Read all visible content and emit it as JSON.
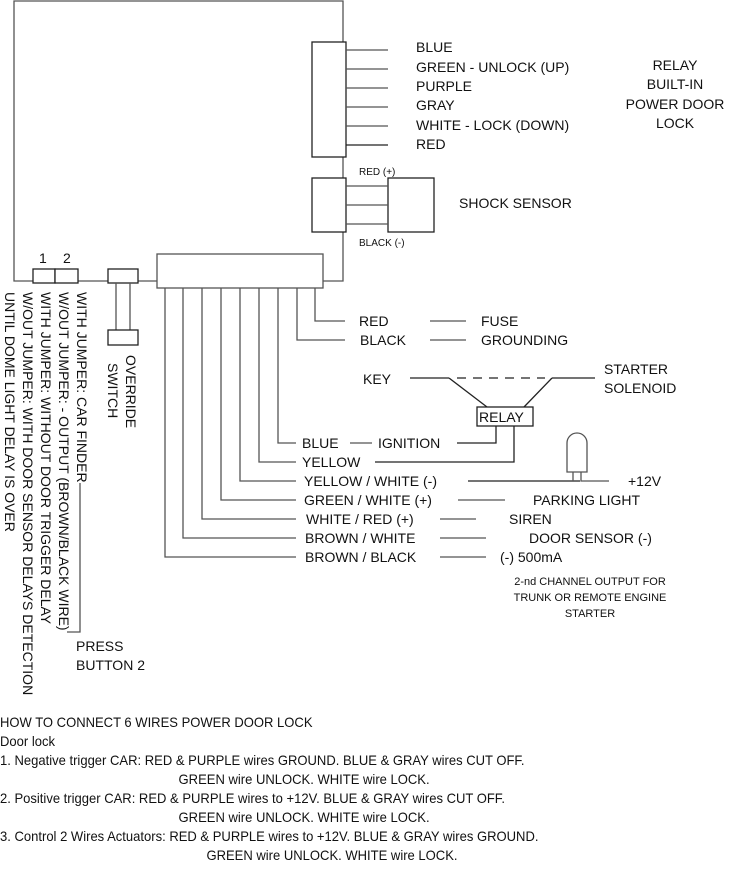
{
  "power_door_lock": {
    "wires": [
      "BLUE",
      "GREEN - UNLOCK (UP)",
      "PURPLE",
      "GRAY",
      "WHITE - LOCK (DOWN)",
      "RED"
    ],
    "label_lines": [
      "RELAY",
      "BUILT-IN",
      "POWER DOOR",
      "LOCK"
    ]
  },
  "shock_sensor": {
    "label": "SHOCK SENSOR",
    "red_label": "RED (+)",
    "black_label": "BLACK (-)"
  },
  "jumpers": {
    "numbers": [
      "1",
      "2"
    ],
    "notes": [
      "WITH JUMPER: CAR FINDER",
      "W/OUT JUMPER: - OUTPUT (BROWN/BLACK WIRE)",
      "WITH JUMPER: WITHOUT DOOR TRIGGER DELAY",
      "W/OUT JUMPER: WITH DOOR SENSOR DELAYS DETECTION",
      "UNTIL DOME LIGHT DELAY IS OVER"
    ],
    "press_button": [
      "PRESS",
      "BUTTON 2"
    ]
  },
  "override_switch": {
    "label_lines": [
      "OVERRIDE",
      "SWITCH"
    ]
  },
  "power": {
    "red": "RED",
    "fuse": "FUSE",
    "black": "BLACK",
    "grounding": "GROUNDING"
  },
  "starter": {
    "key": "KEY",
    "solenoid": [
      "STARTER",
      "SOLENOID"
    ],
    "relay": "RELAY"
  },
  "main_wires": [
    {
      "wire": "BLUE",
      "connects": "IGNITION"
    },
    {
      "wire": "YELLOW",
      "connects": ""
    },
    {
      "wire": "YELLOW / WHITE (-)",
      "connects": "+12V"
    },
    {
      "wire": "GREEN / WHITE (+)",
      "connects": "PARKING LIGHT"
    },
    {
      "wire": "WHITE / RED (+)",
      "connects": "SIREN"
    },
    {
      "wire": "BROWN / WHITE",
      "connects": "DOOR SENSOR (-)"
    },
    {
      "wire": "BROWN / BLACK",
      "connects": "(-) 500mA"
    }
  ],
  "second_channel": [
    "2-nd CHANNEL OUTPUT FOR",
    "TRUNK OR REMOTE ENGINE",
    "STARTER"
  ],
  "instructions": {
    "title": "HOW TO CONNECT 6 WIRES POWER DOOR LOCK",
    "subtitle": "Door lock",
    "items": [
      {
        "line1": "1. Negative trigger CAR: RED & PURPLE wires GROUND. BLUE & GRAY wires CUT OFF.",
        "line2": "GREEN wire UNLOCK. WHITE wire LOCK."
      },
      {
        "line1": "2. Positive trigger CAR: RED & PURPLE wires to +12V. BLUE & GRAY wires CUT OFF.",
        "line2": "GREEN wire UNLOCK. WHITE wire LOCK."
      },
      {
        "line1": "3. Control 2 Wires Actuators: RED & PURPLE wires to +12V. BLUE & GRAY wires GROUND.",
        "line2": "GREEN wire UNLOCK. WHITE wire LOCK."
      }
    ]
  }
}
